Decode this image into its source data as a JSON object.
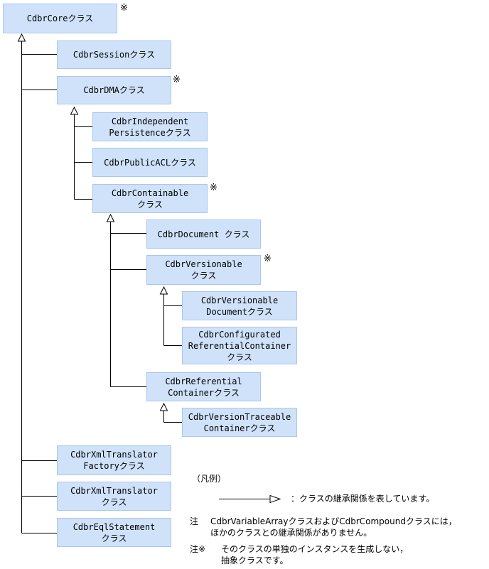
{
  "classes": {
    "core": {
      "lines": [
        "CdbrCoreクラス"
      ],
      "note": "※"
    },
    "session": {
      "lines": [
        "CdbrSessionクラス"
      ]
    },
    "dma": {
      "lines": [
        "CdbrDMAクラス"
      ],
      "note": "※"
    },
    "independent_persistence": {
      "lines": [
        "CdbrIndependent",
        "Persistenceクラス"
      ]
    },
    "public_acl": {
      "lines": [
        "CdbrPublicACLクラス"
      ]
    },
    "containable": {
      "lines": [
        "CdbrContainable",
        "クラス"
      ],
      "note": "※"
    },
    "document": {
      "lines": [
        "CdbrDocument クラス"
      ]
    },
    "versionable": {
      "lines": [
        "CdbrVersionable",
        "クラス"
      ],
      "note": "※"
    },
    "versionable_document": {
      "lines": [
        "CdbrVersionable",
        "Documentクラス"
      ]
    },
    "configurated_referential_container": {
      "lines": [
        "CdbrConfigurated",
        "ReferentialContainer",
        "クラス"
      ]
    },
    "referential_container": {
      "lines": [
        "CdbrReferential",
        "Containerクラス"
      ]
    },
    "version_traceable_container": {
      "lines": [
        "CdbrVersionTraceable",
        "Containerクラス"
      ]
    },
    "xml_translator_factory": {
      "lines": [
        "CdbrXmlTranslator",
        "Factoryクラス"
      ]
    },
    "xml_translator": {
      "lines": [
        "CdbrXmlTranslator",
        "クラス"
      ]
    },
    "eql_statement": {
      "lines": [
        "CdbrEqlStatement",
        "クラス"
      ]
    }
  },
  "legend": {
    "title": "（凡例）",
    "arrow_text": "：クラスの継承関係を表しています。",
    "note1_label": "注",
    "note1_line1": "CdbrVariableArrayクラスおよびCdbrCompoundクラスには，",
    "note1_line2": "ほかのクラスとの継承関係がありません。",
    "note2_label": "注※",
    "note2_line1": "そのクラスの単独のインスタンスを生成しない，",
    "note2_line2": "抽象クラスです。"
  },
  "colors": {
    "box_fill": "#cfe2fa",
    "box_border": "#a9c7ec",
    "line": "#000000"
  }
}
